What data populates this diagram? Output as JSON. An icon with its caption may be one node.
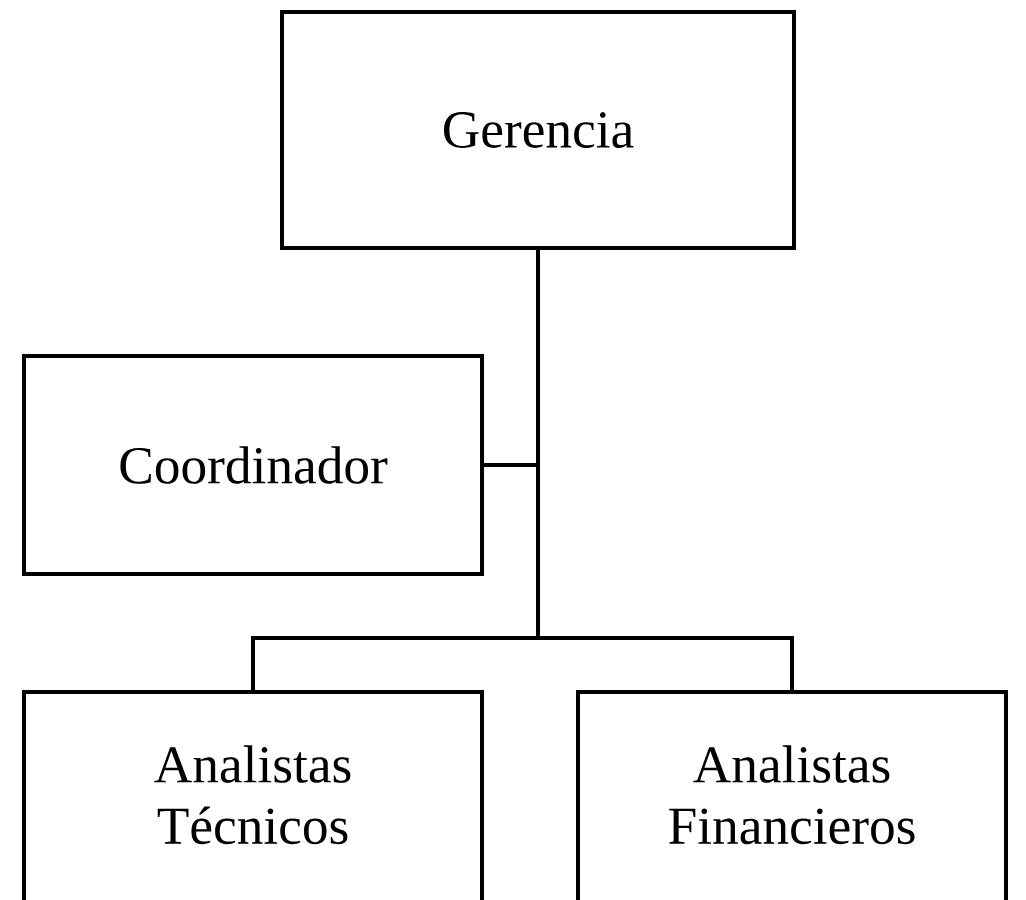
{
  "diagram": {
    "nodes": [
      {
        "text": [
          "Gerencia"
        ]
      },
      {
        "text": [
          "Coordinador"
        ]
      },
      {
        "text": [
          "Analistas Técnicos"
        ]
      },
      {
        "text": [
          "Analistas Financieros"
        ]
      }
    ],
    "edges": [
      {
        "from": 0,
        "to": 1,
        "arrow": "none"
      },
      {
        "from": 0,
        "to": 2,
        "arrow": "none"
      },
      {
        "from": 0,
        "to": 3,
        "arrow": "none"
      }
    ]
  }
}
